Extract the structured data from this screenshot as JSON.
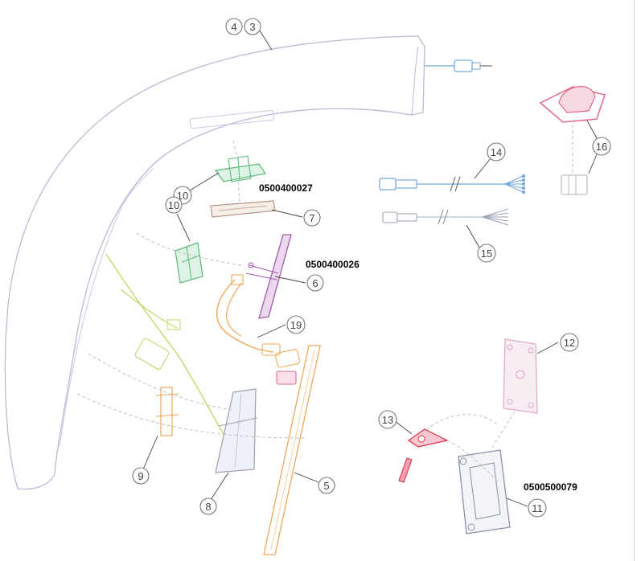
{
  "diagram": {
    "callouts": [
      {
        "id": "c4",
        "label": "4"
      },
      {
        "id": "c3",
        "label": "3"
      },
      {
        "id": "c14",
        "label": "14"
      },
      {
        "id": "c16",
        "label": "16"
      },
      {
        "id": "c10a",
        "label": "10"
      },
      {
        "id": "c7",
        "label": "7"
      },
      {
        "id": "c10b",
        "label": "10"
      },
      {
        "id": "c15",
        "label": "15"
      },
      {
        "id": "c6",
        "label": "6"
      },
      {
        "id": "c19",
        "label": "19"
      },
      {
        "id": "c12",
        "label": "12"
      },
      {
        "id": "c13",
        "label": "13"
      },
      {
        "id": "c9",
        "label": "9"
      },
      {
        "id": "c5",
        "label": "5"
      },
      {
        "id": "c8",
        "label": "8"
      },
      {
        "id": "c11",
        "label": "11"
      }
    ],
    "part_numbers": [
      {
        "id": "pn-7",
        "text": "0500400027"
      },
      {
        "id": "pn-6",
        "text": "0500400026"
      },
      {
        "id": "pn-11",
        "text": "0500500079"
      }
    ],
    "colors": {
      "arm_outline": "#b9b9d6",
      "green_part": "#5cb87a",
      "purple_part": "#a25aa8",
      "orange_part": "#f0a85a",
      "blue_cable": "#6fa6d8",
      "pink_part": "#e06b8a",
      "red_part": "#e0304a",
      "yellow_green": "#c8d46a",
      "grey_part": "#9aa0b0"
    }
  }
}
